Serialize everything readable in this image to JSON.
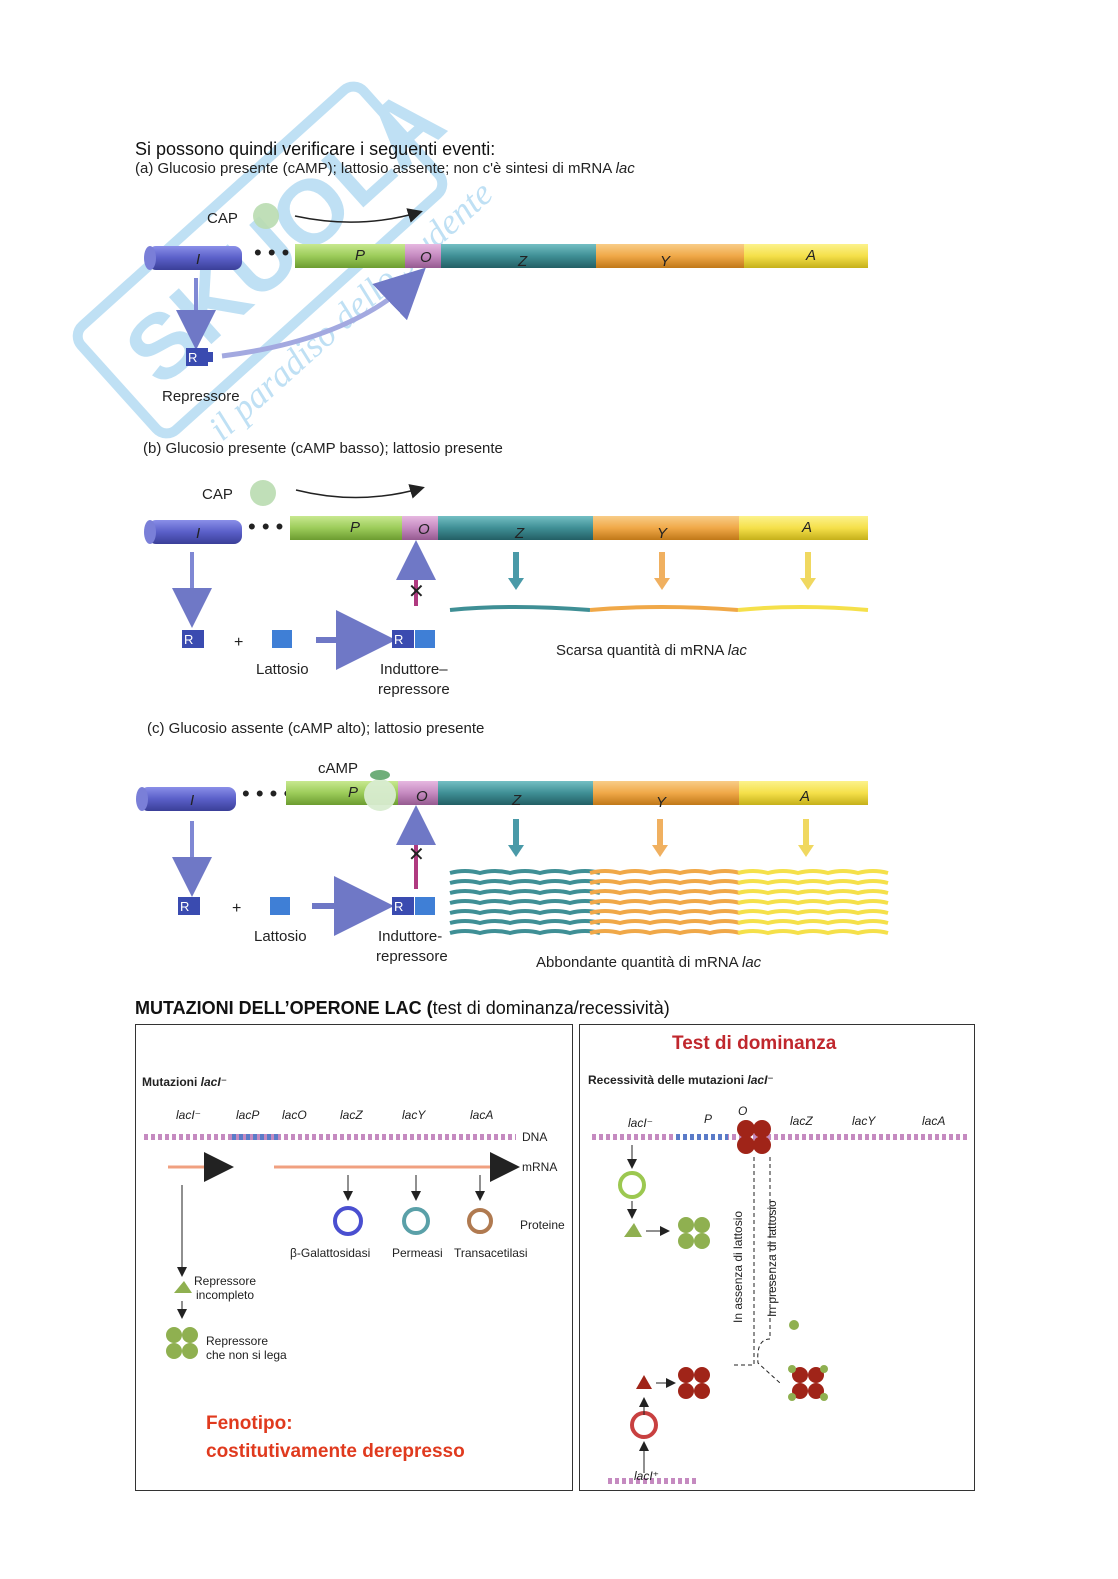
{
  "intro": {
    "title": "Si possono quindi verificare i seguenti eventi:",
    "caption_a_pre": "(a) Glucosio presente (cAMP); lattosio assente; non c'è sintesi di mRNA ",
    "caption_a_it": "lac",
    "caption_b": "(b) Glucosio presente (cAMP basso); lattosio presente",
    "caption_c": "(c) Glucosio assente (cAMP alto); lattosio presente"
  },
  "genes": {
    "i": "I",
    "p": "P",
    "o": "O",
    "z": "Z",
    "y": "Y",
    "a": "A"
  },
  "labels": {
    "cap": "CAP",
    "camp": "cAMP",
    "repressor_r": "R",
    "repressore": "Repressore",
    "plus": "+",
    "lattosio": "Lattosio",
    "ind_line1": "Induttore–",
    "ind_line1c": "Induttore-",
    "ind_line2": "repressore",
    "scarsa_pre": "Scarsa quantità di mRNA ",
    "abbondante_pre": "Abbondante quantità di mRNA ",
    "lac_it": "lac"
  },
  "section": {
    "heading_bold": "MUTAZIONI DELL’OPERONE LAC (",
    "heading_normal": "test di dominanza/recessività)"
  },
  "left_panel": {
    "title_pre": "Mutazioni ",
    "title_it": "lacI⁻",
    "genes": [
      "lacI⁻",
      "lacP",
      "lacO",
      "lacZ",
      "lacY",
      "lacA"
    ],
    "dna": "DNA",
    "mrna": "mRNA",
    "proteine": "Proteine",
    "prot_names": [
      "β-Galattosidasi",
      "Permeasi",
      "Transacetilasi"
    ],
    "rep_incomplete_1": "Repressore",
    "rep_incomplete_2": "incompleto",
    "rep_nonbind_1": "Repressore",
    "rep_nonbind_2": "che non si lega",
    "phenotype_1": "Fenotipo:",
    "phenotype_2": "costitutivamente derepresso"
  },
  "right_panel": {
    "header": "Test di dominanza",
    "title_pre": "Recessività delle mutazioni ",
    "title_it": "lacI⁻",
    "genes": [
      "lacI⁻",
      "P",
      "O",
      "lacZ",
      "lacY",
      "lacA"
    ],
    "absence": "In assenza di lattosio",
    "presence": "In presenza di lattosio",
    "lacI_plus": "lacI⁺"
  },
  "colors": {
    "i_gene": "#5a5fc8",
    "p_gene": "#9ccc5a",
    "o_gene": "#c58ac0",
    "z_gene": "#3f8f95",
    "y_gene": "#f0a848",
    "a_gene": "#f5e04a",
    "repressor": "#3a4bb0",
    "inducer": "#3f7fd6",
    "watermark": "#4aa8e0",
    "red_title": "#e03a1e"
  }
}
